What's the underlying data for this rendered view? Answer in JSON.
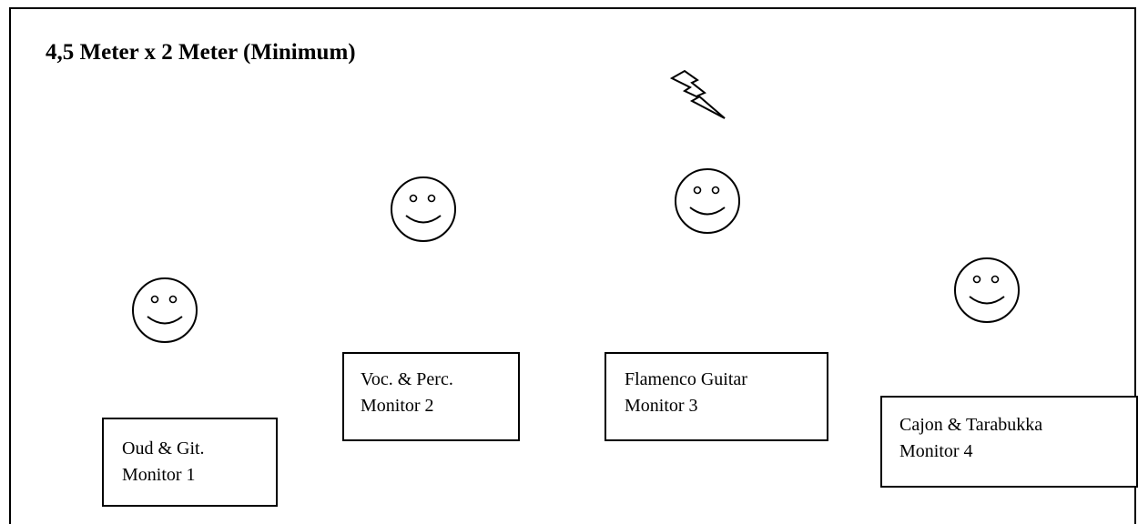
{
  "title": "4,5 Meter x 2 Meter (Minimum)",
  "icons": {
    "power": "lightning-bolt-icon",
    "musician": "smiley-face-icon"
  },
  "musicians": [
    {
      "name": "musician-1"
    },
    {
      "name": "musician-2"
    },
    {
      "name": "musician-3"
    },
    {
      "name": "musician-4"
    }
  ],
  "monitors": [
    {
      "line1": "Oud & Git.",
      "line2": "Monitor 1"
    },
    {
      "line1": "Voc. & Perc.",
      "line2": "Monitor 2"
    },
    {
      "line1": "Flamenco Guitar",
      "line2": "Monitor 3"
    },
    {
      "line1": "Cajon & Tarabukka",
      "line2": "Monitor 4"
    }
  ]
}
